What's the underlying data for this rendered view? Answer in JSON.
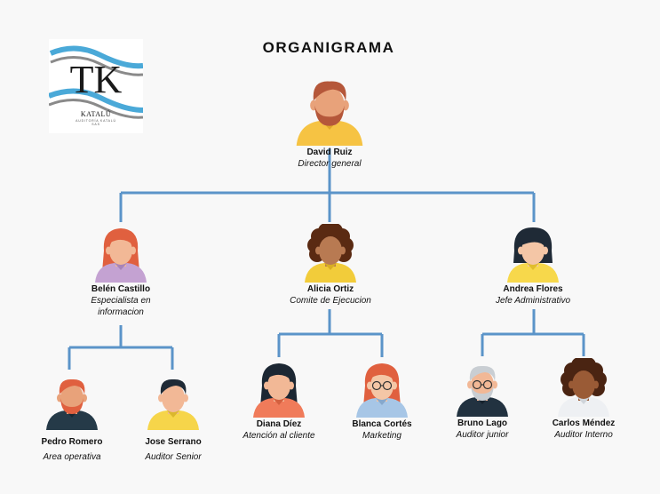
{
  "title": "ORGANIGRAMA",
  "logo": {
    "initials": "TK",
    "name": "KATALÚ",
    "tagline": "AUDITORÍA KATALÚ\nSAS"
  },
  "colors": {
    "line": "#5b94c9",
    "background": "#f8f8f8",
    "logo_stripe_blue": "#4aa9d8",
    "logo_stripe_gray": "#8a8a8a"
  },
  "people": [
    {
      "id": "david",
      "name": "David Ruiz",
      "role": "Director general",
      "avatar": {
        "skin": "#e8a27a",
        "hair": "#b5573a",
        "hair_style": "short",
        "beard": true,
        "shirt": "#f6c343",
        "collar": "#e0a82a"
      }
    },
    {
      "id": "belen",
      "name": "Belén Castillo",
      "role": "Especialista en\ninformacion",
      "avatar": {
        "skin": "#f2b896",
        "hair": "#e0603f",
        "hair_style": "long",
        "beard": false,
        "shirt": "#c4a2d2",
        "collar": "#a784b8"
      }
    },
    {
      "id": "alicia",
      "name": "Alicia Ortiz",
      "role": "Comite de Ejecucion",
      "avatar": {
        "skin": "#b87a52",
        "hair": "#5a2a12",
        "hair_style": "curly",
        "beard": false,
        "shirt": "#f2cc3a",
        "collar": "#d9ae22"
      }
    },
    {
      "id": "andrea",
      "name": "Andrea Flores",
      "role": "Jefe Administrativo",
      "avatar": {
        "skin": "#f4c6a6",
        "hair": "#1f2a36",
        "hair_style": "bob",
        "beard": false,
        "shirt": "#f7d84b",
        "collar": "#e0bd2c"
      }
    },
    {
      "id": "pedro",
      "name": "Pedro Romero",
      "role": "Area operativa",
      "avatar": {
        "skin": "#e8a27a",
        "hair": "#e0603f",
        "hair_style": "short",
        "beard": true,
        "shirt": "#253a48",
        "collar": "#182833"
      }
    },
    {
      "id": "jose",
      "name": "Jose Serrano",
      "role": "Auditor Senior",
      "avatar": {
        "skin": "#f2b896",
        "hair": "#1f2a36",
        "hair_style": "short",
        "beard": false,
        "shirt": "#f6d54a",
        "collar": "#dbb72c"
      }
    },
    {
      "id": "diana",
      "name": "Diana Díez",
      "role": "Atención al cliente",
      "avatar": {
        "skin": "#f2b896",
        "hair": "#1c2733",
        "hair_style": "long",
        "beard": false,
        "shirt": "#f07b5a",
        "collar": "#d4603f"
      }
    },
    {
      "id": "blanca",
      "name": "Blanca Cortés",
      "role": "Marketing",
      "avatar": {
        "skin": "#f4c6a6",
        "hair": "#e0603f",
        "hair_style": "long",
        "beard": false,
        "glasses": true,
        "shirt": "#a7c6e6",
        "collar": "#86a8cc"
      }
    },
    {
      "id": "bruno",
      "name": "Bruno Lago",
      "role": "Auditor junior",
      "avatar": {
        "skin": "#f2b896",
        "hair": "#c9ced3",
        "hair_style": "short",
        "beard": true,
        "beard_color": "#c9ced3",
        "glasses": true,
        "shirt": "#223240",
        "collar": "#15212c"
      }
    },
    {
      "id": "carlos",
      "name": "Carlos Méndez",
      "role": "Auditor Interno",
      "avatar": {
        "skin": "#9a5b36",
        "hair": "#4a2412",
        "hair_style": "curly",
        "beard": false,
        "shirt": "#eef0f3",
        "collar": "#cfd4da"
      }
    }
  ]
}
